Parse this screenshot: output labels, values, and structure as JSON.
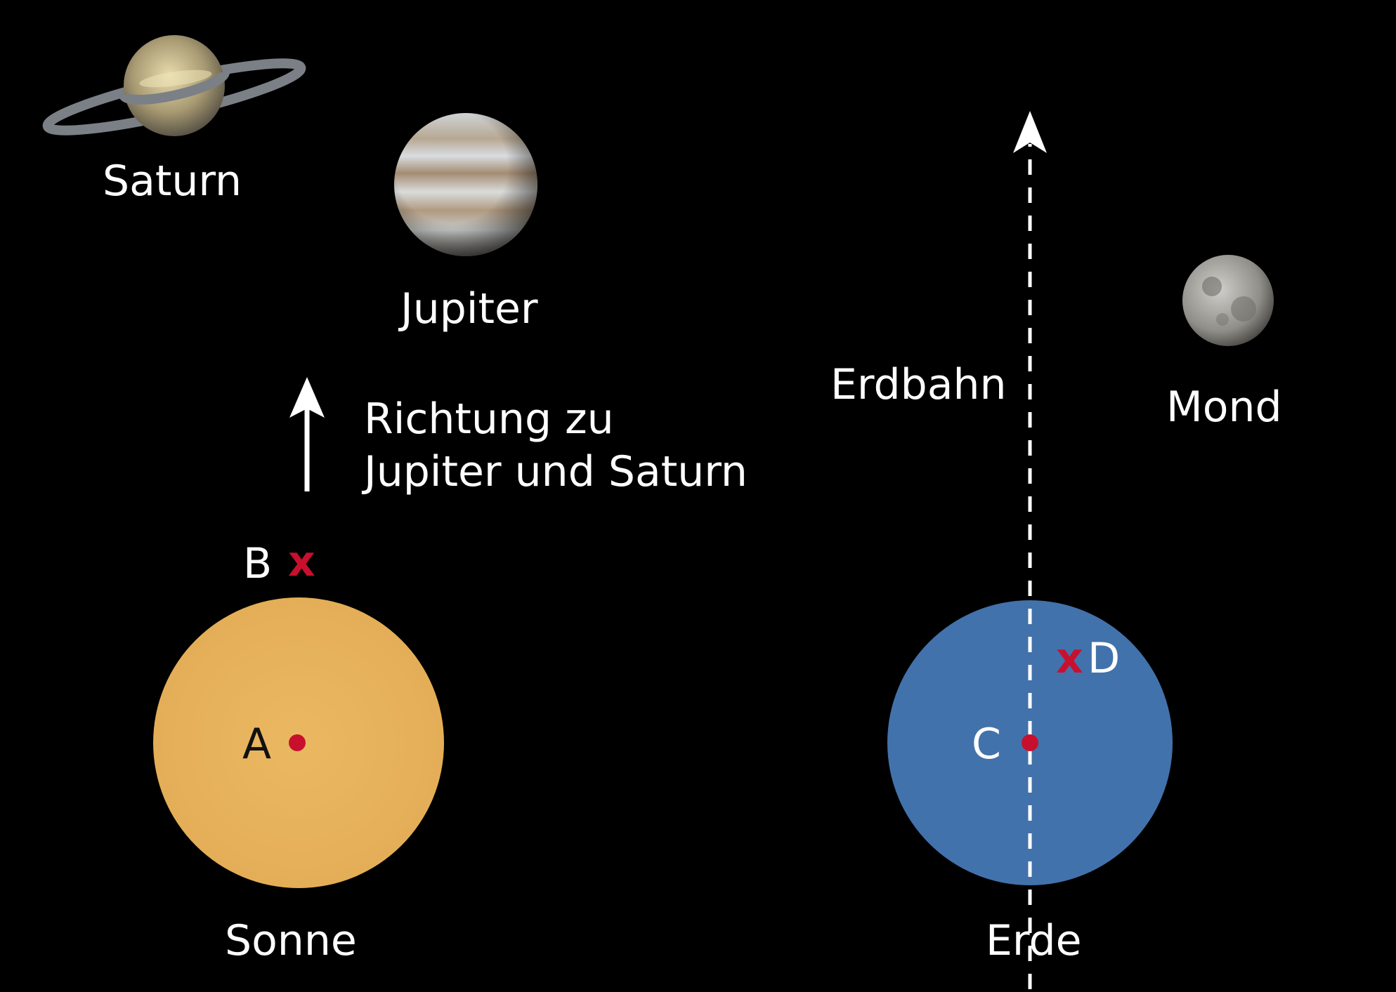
{
  "labels": {
    "saturn": "Saturn",
    "jupiter": "Jupiter",
    "direction_line1": "Richtung zu",
    "direction_line2": "Jupiter und Saturn",
    "erdbahn": "Erdbahn",
    "mond": "Mond",
    "sonne": "Sonne",
    "erde": "Erde",
    "point_a": "A",
    "point_b": "B",
    "point_c": "C",
    "point_d": "D",
    "cross_mark": "x"
  },
  "colors": {
    "background": "#000000",
    "sun": "#e8b45c",
    "earth": "#4272ab",
    "marker": "#c8102e",
    "text": "#ffffff",
    "arrow": "#ffffff"
  }
}
